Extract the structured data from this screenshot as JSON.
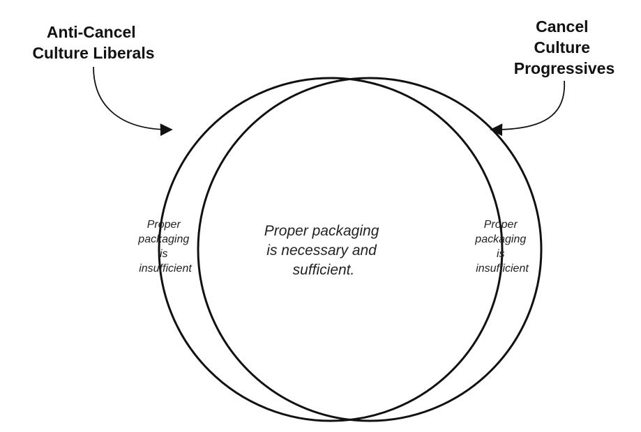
{
  "groups": {
    "left": {
      "title_lines": [
        "Anti-Cancel",
        "Culture Liberals"
      ]
    },
    "right": {
      "title_lines": [
        "Cancel",
        "Culture",
        "Progressives"
      ]
    }
  },
  "regions": {
    "left_only": [
      "Proper",
      "packaging",
      "is",
      "insufficient"
    ],
    "overlap": [
      "Proper packaging",
      "is necessary and",
      "sufficient."
    ],
    "right_only": [
      "Proper",
      "packaging",
      "is",
      "insufficient"
    ]
  },
  "colors": {
    "stroke": "#111111",
    "background": "#ffffff"
  }
}
